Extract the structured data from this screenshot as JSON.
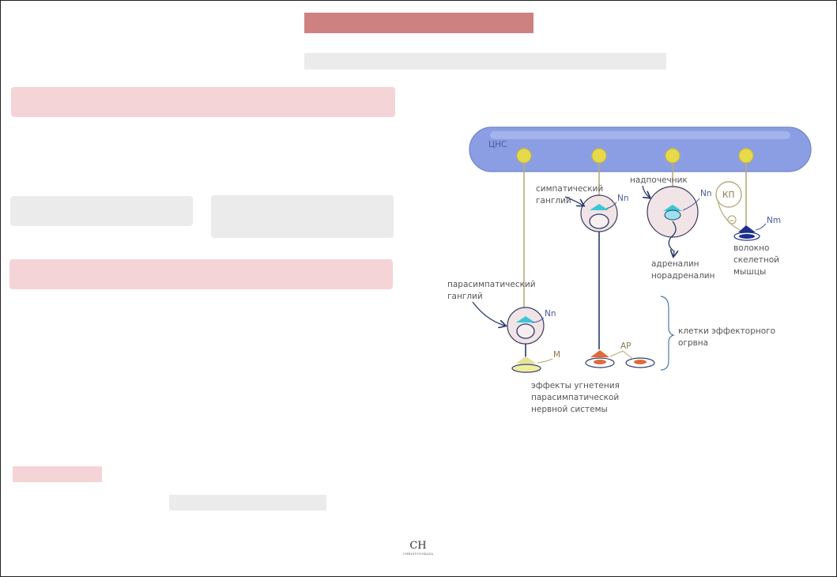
{
  "diagram": {
    "cns_label": "ЦНС",
    "adrenal_label": "надпочечник",
    "symp_ganglion_label": [
      "симпатический",
      "ганглий"
    ],
    "parasymp_ganglion_label": [
      "парасимпатический",
      "ганглий"
    ],
    "nn_label": "Nn",
    "nm_label": "Nm",
    "m_label": "M",
    "ar_label": "AP",
    "kp_label": "КП",
    "minus_label": "−",
    "hormones_label": [
      "адреналин",
      "норадреналин"
    ],
    "muscle_label": [
      "волокно",
      "скелетной",
      "мышцы"
    ],
    "effector_label": [
      "клетки эффекторного",
      "огрвна"
    ],
    "effects_label": [
      "эффекты угнетения",
      "парасимпатической",
      "нервной системы"
    ]
  },
  "logo": {
    "monogram": "CH",
    "subtitle": "CHRISTOVSKAYA"
  },
  "colors": {
    "title_bar": "#cd8181",
    "pink_bar": "#f4d4d6",
    "gray_bar": "#ebebeb",
    "cns": "#8c9ee3",
    "neuron_soma": "#e7d94c",
    "axon_tan": "#b4ad7a",
    "axon_navy": "#2a3a6c",
    "ganglion_fill": "#f0e4e6",
    "receptor_cyan": "#3cc6d6",
    "receptor_navy": "#1e2e8a",
    "receptor_orange": "#e06a3a"
  }
}
